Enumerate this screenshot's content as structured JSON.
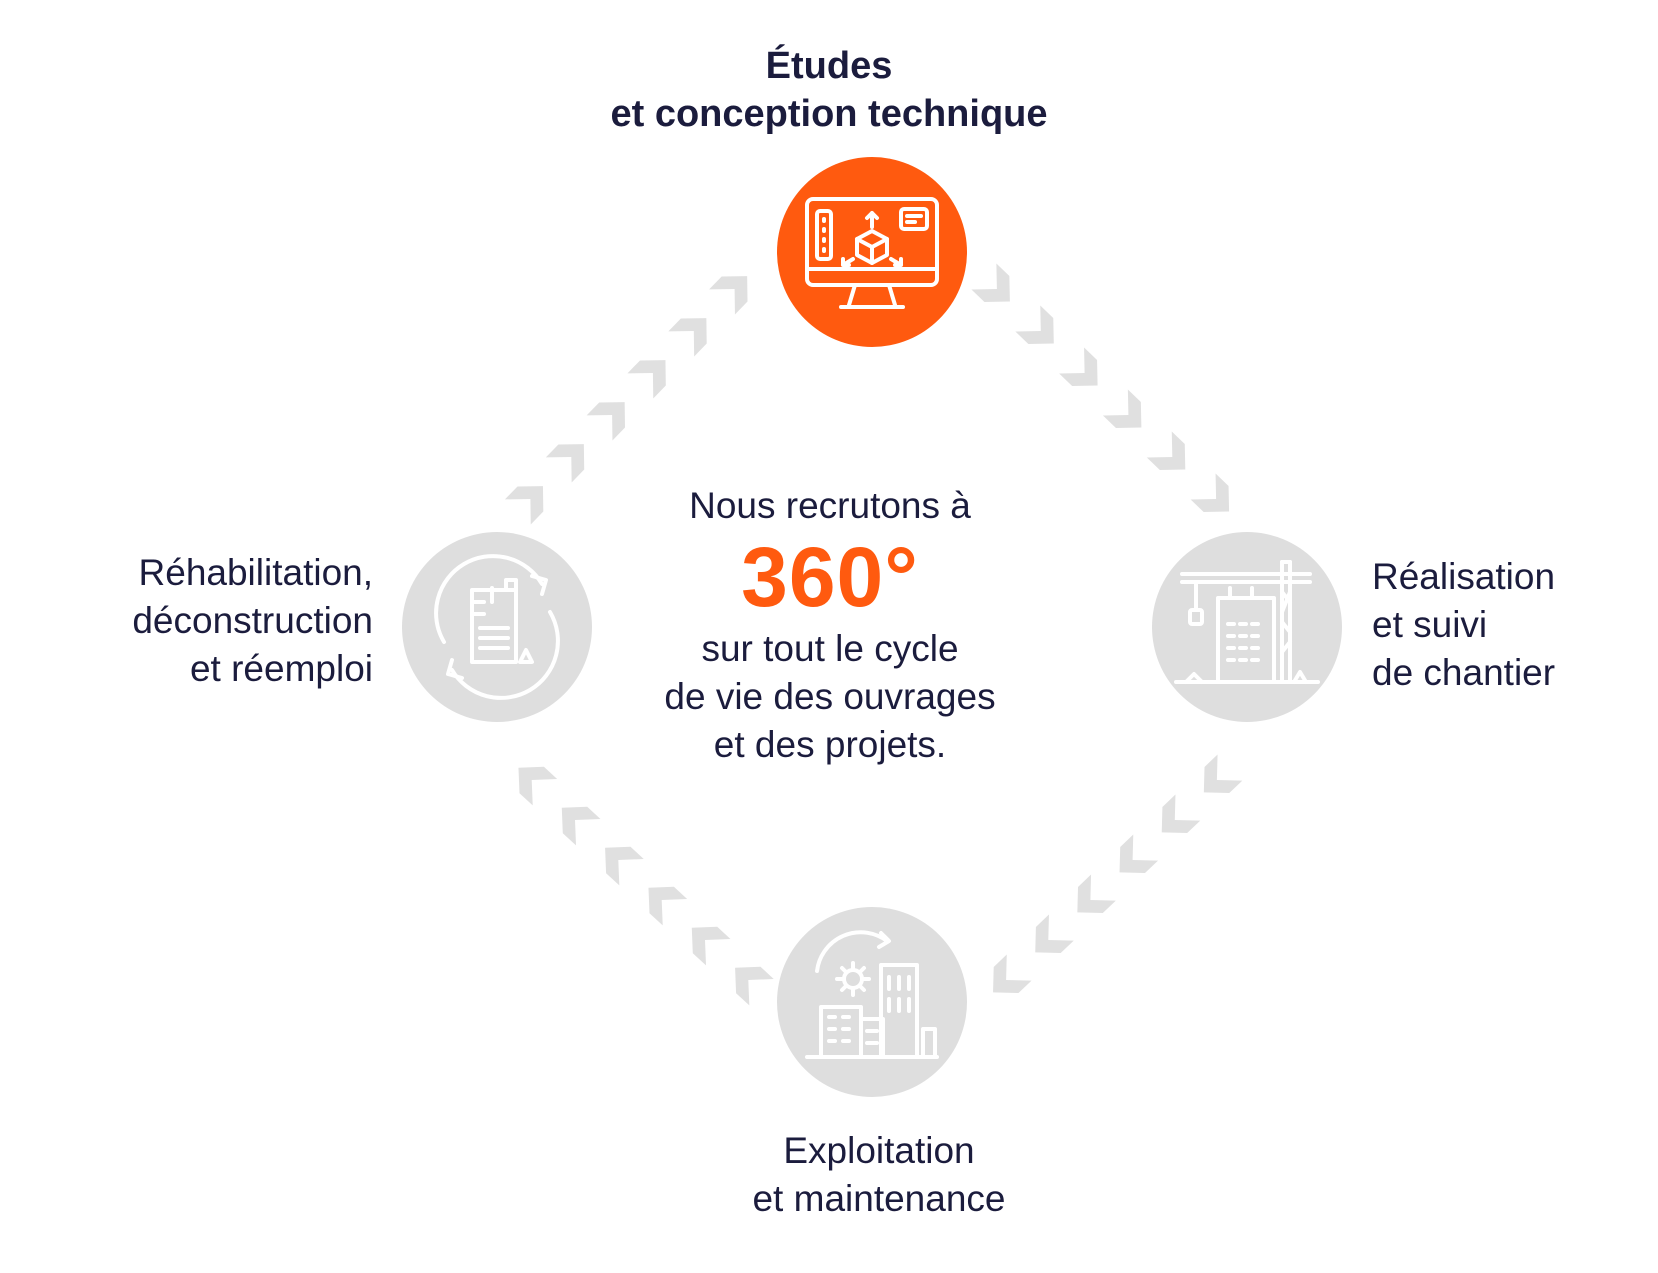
{
  "colors": {
    "accent": "#ff5a0f",
    "text": "#1b1c3d",
    "inactive_circle": "#dedede",
    "arrow": "#e0e0e0"
  },
  "center": {
    "intro": "Nous recrutons à",
    "highlight": "360°",
    "lines": [
      "sur tout le cycle",
      "de vie des ouvrages",
      "et des projets."
    ]
  },
  "stages": [
    {
      "id": "etudes",
      "icon": "computer-monitor-3d-design-icon",
      "active": true,
      "title_lines": [
        "Études",
        "et conception technique"
      ]
    },
    {
      "id": "realisation",
      "icon": "construction-crane-building-icon",
      "active": false,
      "title_lines": [
        "Réalisation",
        "et suivi",
        "de chantier"
      ]
    },
    {
      "id": "exploitation",
      "icon": "building-gear-maintenance-icon",
      "active": false,
      "title_lines": [
        "Exploitation",
        "et maintenance"
      ]
    },
    {
      "id": "rehabilitation",
      "icon": "recycle-building-icon",
      "active": false,
      "title_lines": [
        "Réhabilitation,",
        "déconstruction",
        "et réemploi"
      ]
    }
  ],
  "cycle_arrows": {
    "icon": "chevron-arrow-icon",
    "direction": "clockwise",
    "count_per_segment": 6
  }
}
